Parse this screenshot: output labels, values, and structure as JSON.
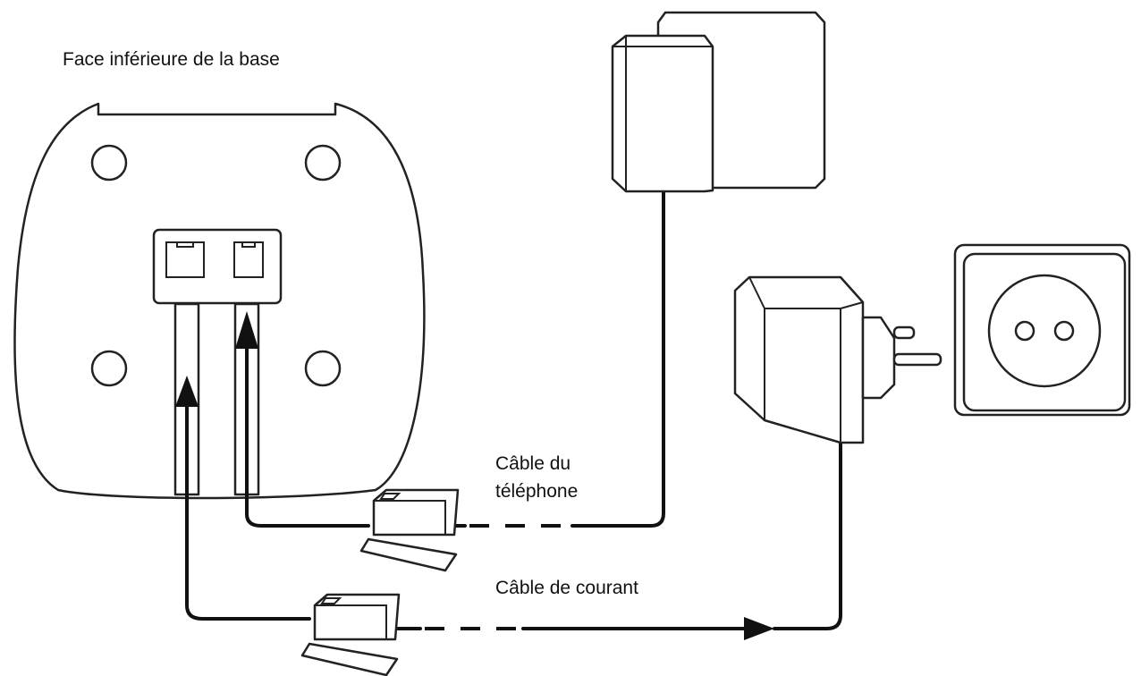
{
  "labels": {
    "base_underside": "Face inférieure de la base",
    "phone_cable_line1": "Câble du",
    "phone_cable_line2": "téléphone",
    "power_cable": "Câble de courant"
  },
  "colors": {
    "stroke": "#222222",
    "background": "#ffffff"
  },
  "icons": {
    "base": "phone-base-underside-icon",
    "phone_jack": "telephone-wall-jack-icon",
    "power_adapter": "power-adapter-icon",
    "outlet": "electrical-outlet-icon"
  }
}
